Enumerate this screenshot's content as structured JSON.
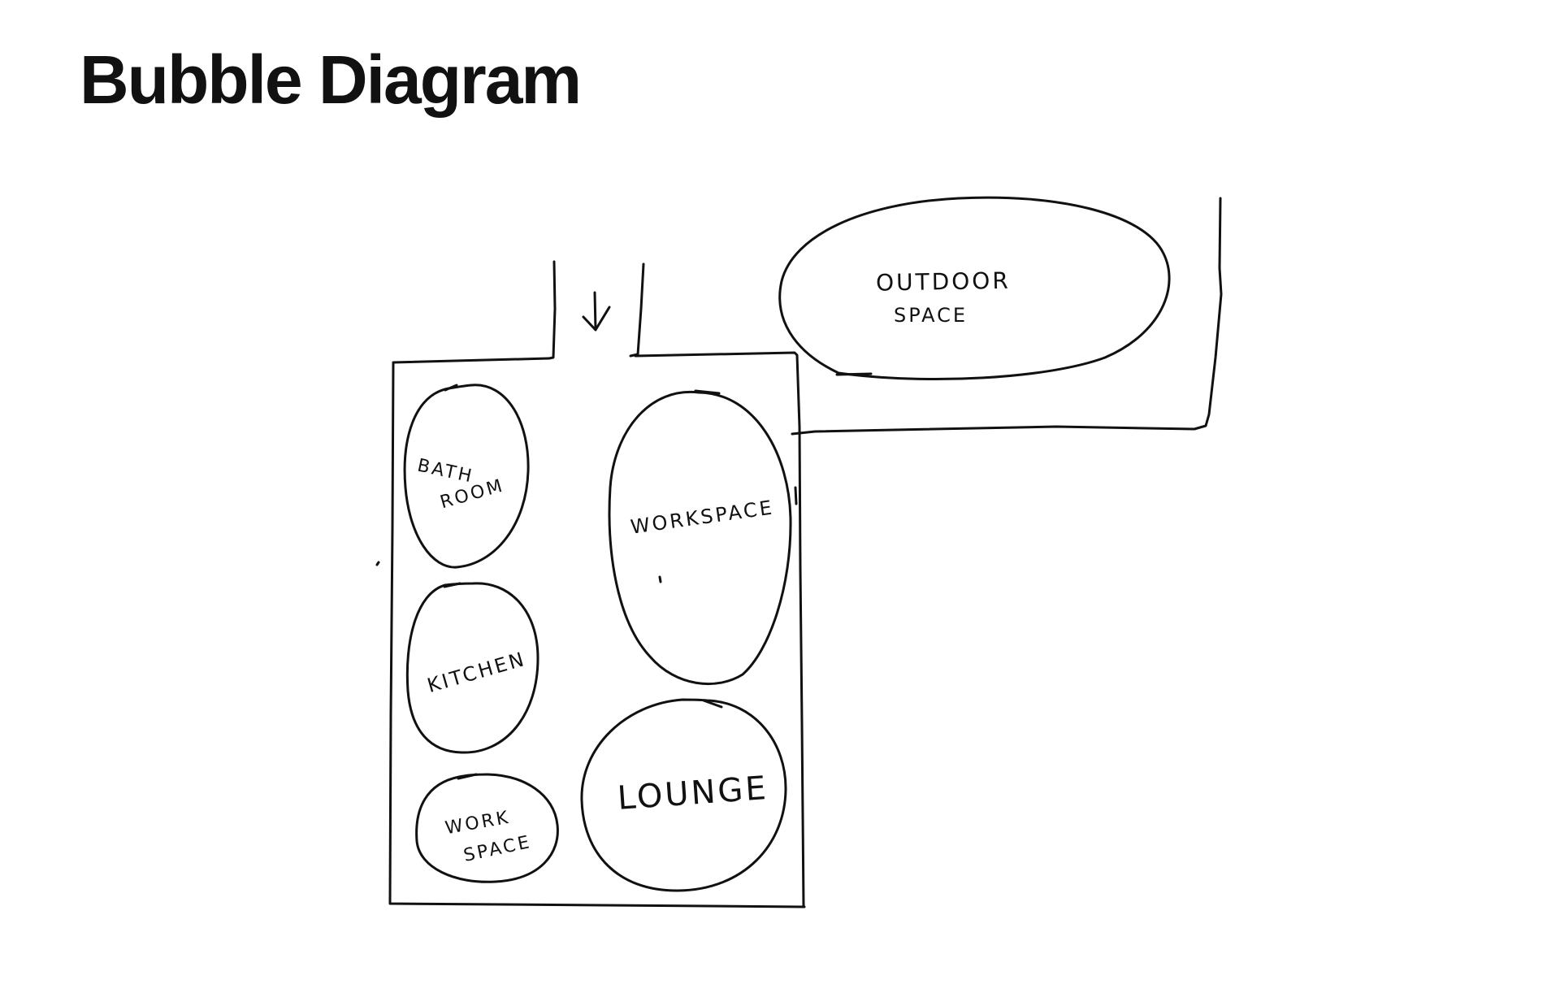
{
  "title": "Bubble Diagram",
  "colors": {
    "ink": "#111111",
    "background": "#ffffff"
  },
  "bubbles": {
    "bathroom": {
      "line1": "BATH",
      "line2": "ROOM"
    },
    "kitchen": {
      "label": "KITCHEN"
    },
    "work_space_small": {
      "line1": "WORK",
      "line2": "SPACE"
    },
    "workspace": {
      "label": "WORKSPACE"
    },
    "lounge": {
      "label": "LOUNGE"
    },
    "outdoor": {
      "line1": "OUTDOOR",
      "line2": "SPACE"
    }
  },
  "entry_arrow_icon": "arrow-down-icon"
}
